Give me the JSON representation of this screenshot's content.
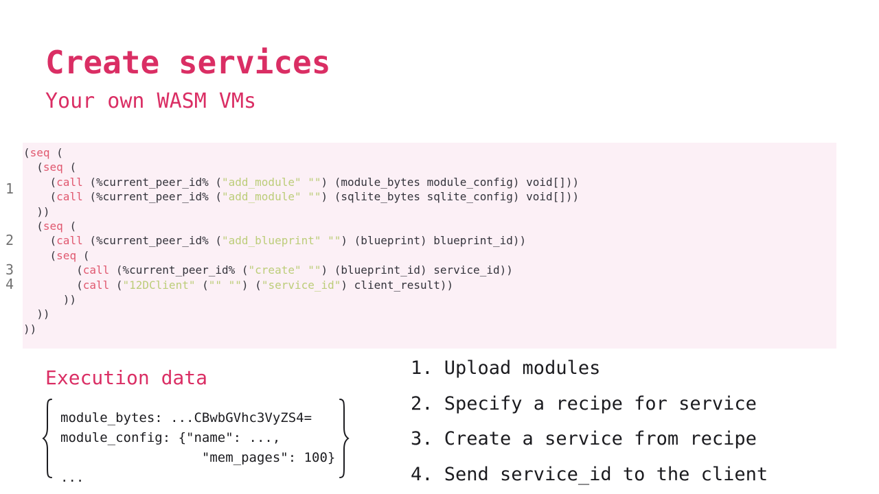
{
  "slide": {
    "title": "Create services",
    "subtitle": "Your own WASM VMs"
  },
  "colors": {
    "heading_pink": "#DA2E64",
    "keyword_rose": "#E0586F",
    "string_green": "#BCCD79",
    "code_text": "#33333B",
    "code_bg": "#FCF0F6",
    "line_number_gray": "#707070",
    "body_text": "#1B1B1F"
  },
  "code_panel": {
    "line_numbers": [
      "1",
      "2",
      "3",
      "4"
    ],
    "lines": [
      [
        {
          "t": "d",
          "v": "("
        },
        {
          "t": "k",
          "v": "seq"
        },
        {
          "t": "d",
          "v": " ("
        }
      ],
      [
        {
          "t": "d",
          "v": "  ("
        },
        {
          "t": "k",
          "v": "seq"
        },
        {
          "t": "d",
          "v": " ("
        }
      ],
      [
        {
          "t": "d",
          "v": "    ("
        },
        {
          "t": "k",
          "v": "call"
        },
        {
          "t": "d",
          "v": " (%current_peer_id% ("
        },
        {
          "t": "s",
          "v": "\"add_module\""
        },
        {
          "t": "d",
          "v": " "
        },
        {
          "t": "s",
          "v": "\"\""
        },
        {
          "t": "d",
          "v": ") (module_bytes module_config) void[]))"
        }
      ],
      [
        {
          "t": "d",
          "v": "    ("
        },
        {
          "t": "k",
          "v": "call"
        },
        {
          "t": "d",
          "v": " (%current_peer_id% ("
        },
        {
          "t": "s",
          "v": "\"add_module\""
        },
        {
          "t": "d",
          "v": " "
        },
        {
          "t": "s",
          "v": "\"\""
        },
        {
          "t": "d",
          "v": ") (sqlite_bytes sqlite_config) void[]))"
        }
      ],
      [
        {
          "t": "d",
          "v": "  ))"
        }
      ],
      [
        {
          "t": "d",
          "v": "  ("
        },
        {
          "t": "k",
          "v": "seq"
        },
        {
          "t": "d",
          "v": " ("
        }
      ],
      [
        {
          "t": "d",
          "v": "    ("
        },
        {
          "t": "k",
          "v": "call"
        },
        {
          "t": "d",
          "v": " (%current_peer_id% ("
        },
        {
          "t": "s",
          "v": "\"add_blueprint\""
        },
        {
          "t": "d",
          "v": " "
        },
        {
          "t": "s",
          "v": "\"\""
        },
        {
          "t": "d",
          "v": ") (blueprint) blueprint_id))"
        }
      ],
      [
        {
          "t": "d",
          "v": "    ("
        },
        {
          "t": "k",
          "v": "seq"
        },
        {
          "t": "d",
          "v": " ("
        }
      ],
      [
        {
          "t": "d",
          "v": "        ("
        },
        {
          "t": "k",
          "v": "call"
        },
        {
          "t": "d",
          "v": " (%current_peer_id% ("
        },
        {
          "t": "s",
          "v": "\"create\""
        },
        {
          "t": "d",
          "v": " "
        },
        {
          "t": "s",
          "v": "\"\""
        },
        {
          "t": "d",
          "v": ") (blueprint_id) service_id))"
        }
      ],
      [
        {
          "t": "d",
          "v": "        ("
        },
        {
          "t": "k",
          "v": "call"
        },
        {
          "t": "d",
          "v": " ("
        },
        {
          "t": "s",
          "v": "\"12DClient\""
        },
        {
          "t": "d",
          "v": " ("
        },
        {
          "t": "s",
          "v": "\"\""
        },
        {
          "t": "d",
          "v": " "
        },
        {
          "t": "s",
          "v": "\"\""
        },
        {
          "t": "d",
          "v": ") ("
        },
        {
          "t": "s",
          "v": "\"service_id\""
        },
        {
          "t": "d",
          "v": ") client_result))"
        }
      ],
      [
        {
          "t": "d",
          "v": "      ))"
        }
      ],
      [
        {
          "t": "d",
          "v": "  ))"
        }
      ],
      [
        {
          "t": "d",
          "v": "))"
        }
      ]
    ]
  },
  "execution": {
    "heading": "Execution data",
    "lines": [
      "module_bytes: ...CBwbGVhc3VyZS4=",
      "module_config: {\"name\": ...,",
      "                  \"mem_pages\": 100}",
      "..."
    ]
  },
  "steps": {
    "items": [
      "1. Upload modules",
      "2. Specify a recipe for service",
      "3. Create a service from recipe",
      "4. Send service_id to the client"
    ]
  }
}
